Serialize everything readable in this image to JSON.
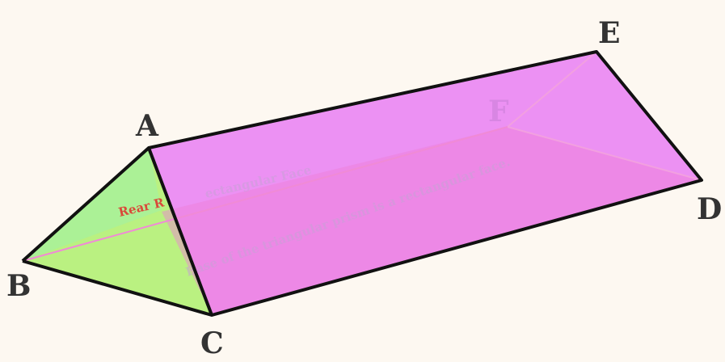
{
  "vertices": {
    "A": "A",
    "B": "B",
    "C": "C",
    "D": "D",
    "E": "E",
    "F": "F"
  },
  "annotations": {
    "rear_face_prefix": "Rear R",
    "rear_face_rest": "ectangular Face",
    "base_face": "Base of the triangular prism is a rectangular face."
  },
  "colors": {
    "triangle_face": "#b6f07a",
    "top_face": "#e58ff0",
    "front_face": "#ec86e0",
    "edge": "#111111",
    "hidden_edge": "#f08ad6",
    "rear_label": "#d94a3a",
    "background": "#fdf8f1"
  }
}
